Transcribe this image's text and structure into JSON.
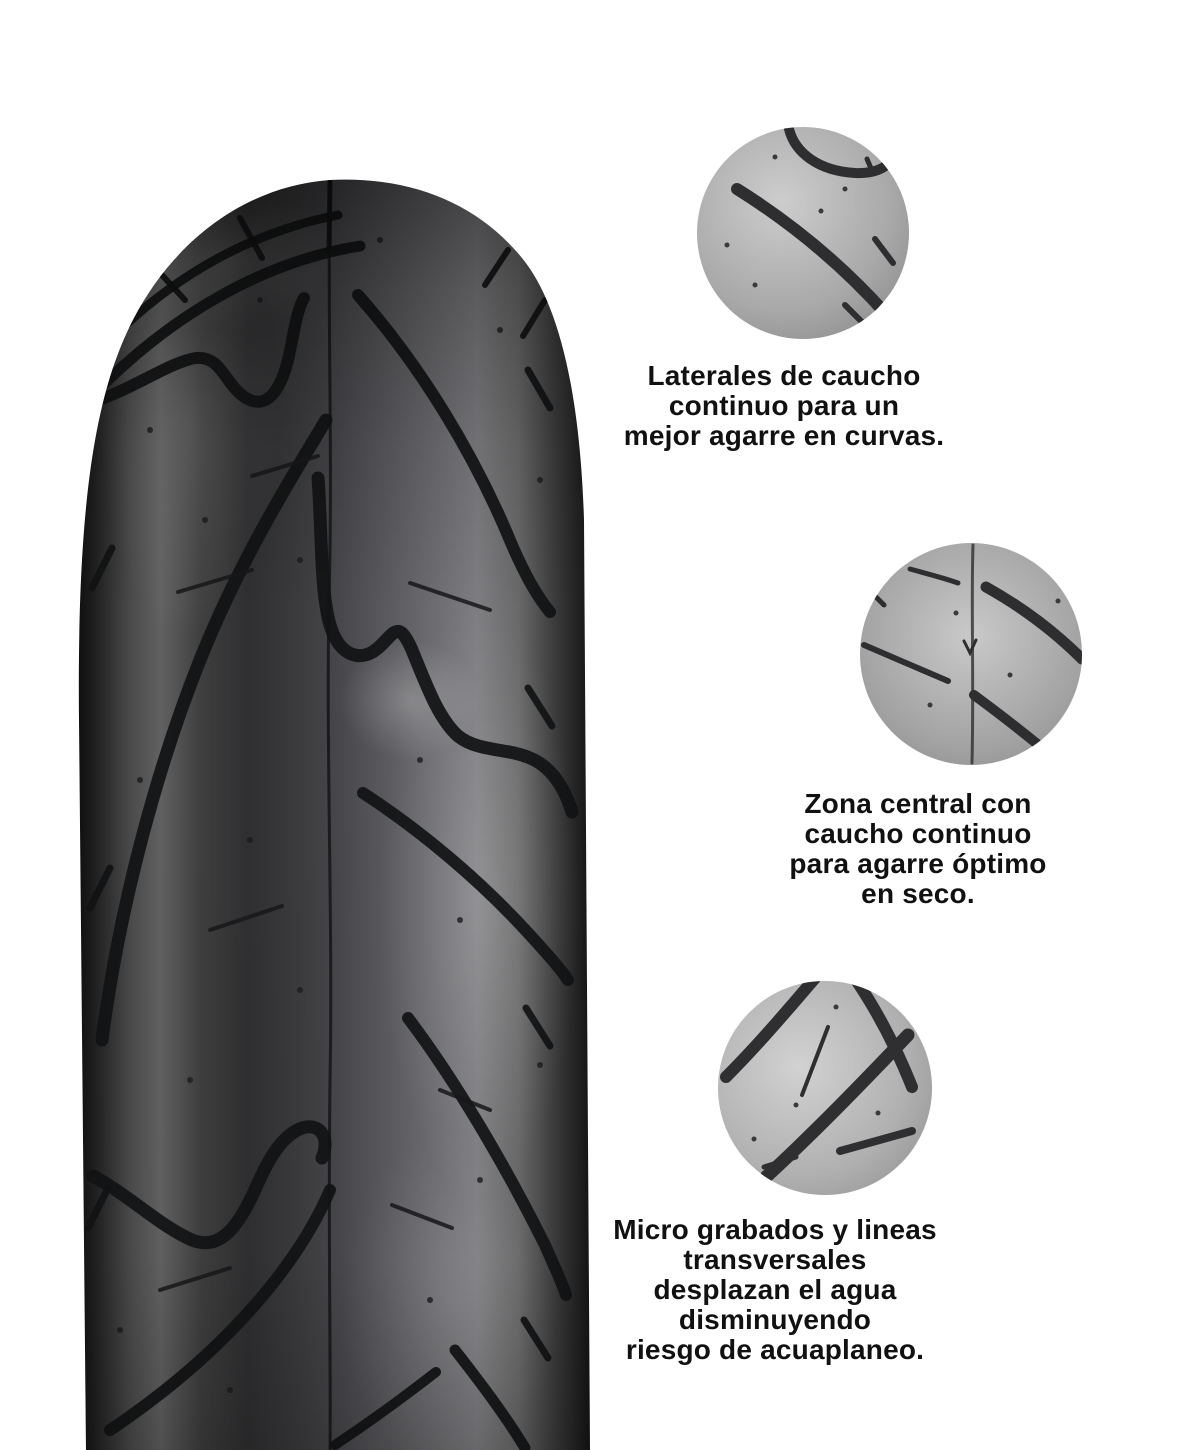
{
  "page": {
    "background": "#ffffff",
    "text_color": "#111111"
  },
  "colors": {
    "tire_dark": "#141414",
    "tire_mid": "#46464a",
    "tire_light": "#7e7e82",
    "groove": "#111214",
    "inset_light": "#cdcdcd",
    "inset_mid": "#a2a2a2",
    "inset_edge": "#828282"
  },
  "callouts": [
    {
      "id": "laterales",
      "lines": [
        "Laterales de caucho",
        "continuo para un",
        "mejor agarre en curvas."
      ]
    },
    {
      "id": "zona-central",
      "lines": [
        "Zona central con",
        "caucho continuo",
        "para agarre óptimo",
        "en seco."
      ]
    },
    {
      "id": "micro-grabados",
      "lines": [
        "Micro grabados y lineas",
        "transversales",
        "desplazan el agua",
        "disminuyendo",
        "riesgo de acuaplaneo."
      ]
    }
  ]
}
